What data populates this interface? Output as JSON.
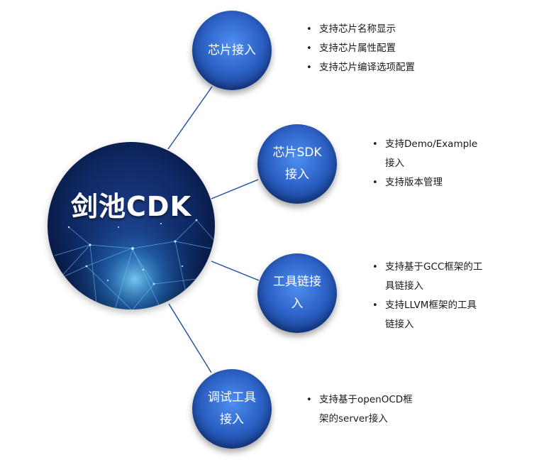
{
  "hub": {
    "title": "剑池CDK"
  },
  "nodes": [
    {
      "label_lines": [
        "芯片接入"
      ],
      "bullets": [
        {
          "lines": [
            "支持芯片名称显示"
          ]
        },
        {
          "lines": [
            "支持芯片属性配置"
          ]
        },
        {
          "lines": [
            "支持芯片编译选项配置"
          ]
        }
      ]
    },
    {
      "label_lines": [
        "芯片SDK",
        "接入"
      ],
      "bullets": [
        {
          "lines": [
            "支持Demo/Example",
            "接入"
          ]
        },
        {
          "lines": [
            "支持版本管理"
          ]
        }
      ]
    },
    {
      "label_lines": [
        "工具链接",
        "入"
      ],
      "bullets": [
        {
          "lines": [
            "支持基于GCC框架的工",
            "具链接入"
          ]
        },
        {
          "lines": [
            "支持LLVM框架的工具",
            "链接入"
          ]
        }
      ]
    },
    {
      "label_lines": [
        "调试工具",
        "接入"
      ],
      "bullets": [
        {
          "lines": [
            "支持基于openOCD框",
            "架的server接入"
          ]
        }
      ]
    }
  ],
  "colors": {
    "node_fill": "#2f64c8",
    "connector": "#1f4f9e",
    "hub_bg": "#0b1f4f"
  },
  "icons": {
    "bullet": "bullet-dot-icon"
  }
}
